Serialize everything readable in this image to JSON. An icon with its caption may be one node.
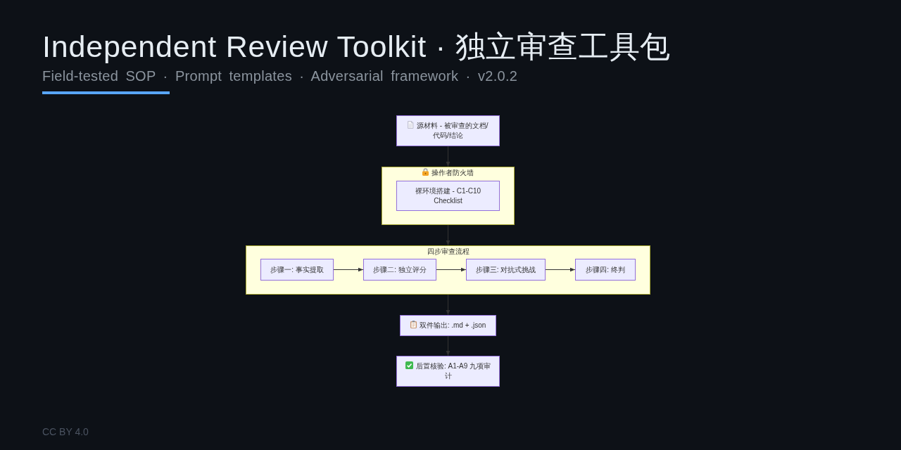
{
  "diagram": {
    "title": "Independent Review Toolkit · 独立审查工具包",
    "nodes": [
      {
        "text": [
          "源材料 - 被审查的文档/代码/结论"
        ]
      },
      {
        "text": [
          "操作者防火墙"
        ]
      },
      {
        "text": [
          "裸环境搭建 - C1-C10 Checklist"
        ],
        "in": 1
      },
      {
        "text": [
          "四步审查流程"
        ]
      },
      {
        "text": [
          "步骤一: 事实提取"
        ],
        "in": 3
      },
      {
        "text": [
          "步骤二: 独立评分"
        ],
        "in": 3
      },
      {
        "text": [
          "步骤三: 对抗式挑战"
        ],
        "in": 3
      },
      {
        "text": [
          "步骤四: 终判"
        ],
        "in": 3
      },
      {
        "text": [
          "双件输出: .md + .json"
        ]
      },
      {
        "text": [
          "后置核验: A1-A9 九项审计"
        ]
      }
    ],
    "edges": [
      {
        "from": 0,
        "to": 1,
        "arrow": "to"
      },
      {
        "from": 1,
        "to": 3,
        "arrow": "to"
      },
      {
        "from": 4,
        "to": 5,
        "arrow": "to"
      },
      {
        "from": 5,
        "to": 6,
        "arrow": "to"
      },
      {
        "from": 6,
        "to": 7,
        "arrow": "to"
      },
      {
        "from": 3,
        "to": 8,
        "arrow": "to"
      },
      {
        "from": 8,
        "to": 9,
        "arrow": "to"
      }
    ],
    "labels": [
      "Field-tested SOP · Prompt templates · Adversarial framework · v2.0.2",
      "CC BY 4.0"
    ]
  }
}
